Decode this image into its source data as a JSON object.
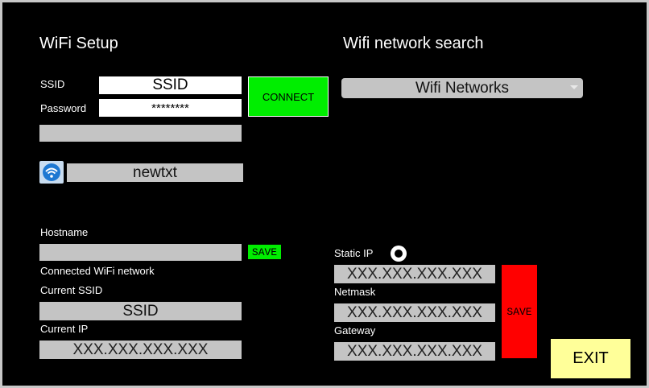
{
  "wifi_setup": {
    "title": "WiFi Setup",
    "ssid_label": "SSID",
    "ssid_value": "SSID",
    "password_label": "Password",
    "password_value": "********",
    "connect_label": "CONNECT",
    "status_text": "",
    "wifi_label": "newtxt"
  },
  "network_search": {
    "title": "Wifi network search",
    "dropdown_value": "Wifi Networks"
  },
  "hostname": {
    "label": "Hostname",
    "value": "",
    "save_label": "SAVE"
  },
  "connected": {
    "heading": "Connected WiFi network",
    "ssid_label": "Current SSID",
    "ssid_value": "SSID",
    "ip_label": "Current IP",
    "ip_value": "XXX.XXX.XXX.XXX"
  },
  "static_ip": {
    "label": "Static IP",
    "ip_value": "XXX.XXX.XXX.XXX",
    "netmask_label": "Netmask",
    "netmask_value": "XXX.XXX.XXX.XXX",
    "gateway_label": "Gateway",
    "gateway_value": "XXX.XXX.XXX.XXX",
    "save_label": "SAVE"
  },
  "exit_label": "EXIT",
  "colors": {
    "background": "#000000",
    "connect": "#00ee00",
    "save_static": "#ff0000",
    "exit": "#ffff99",
    "field_gray": "#c4c4c4"
  }
}
